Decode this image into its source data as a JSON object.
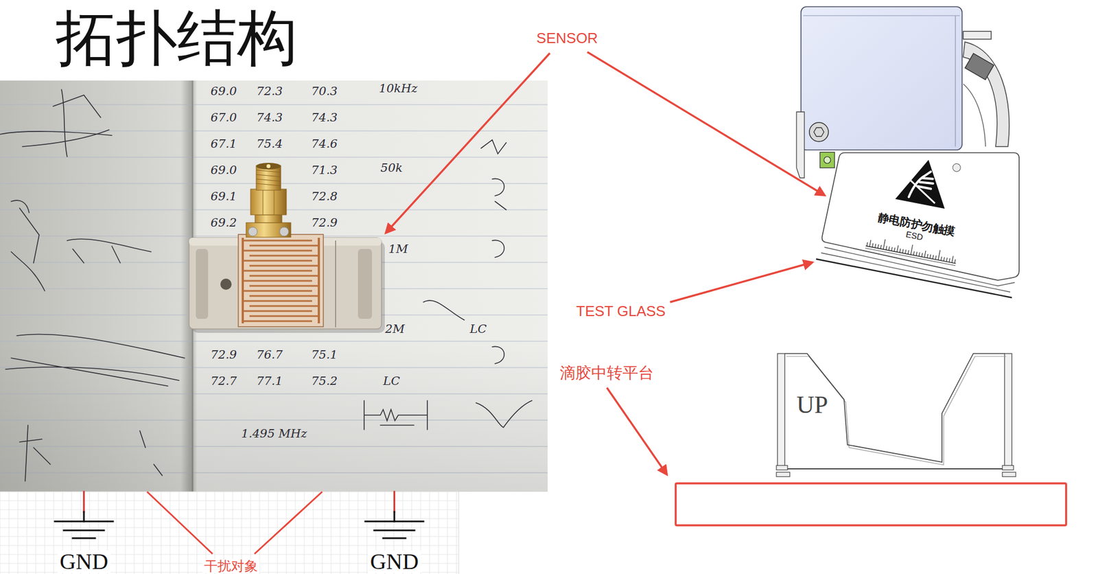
{
  "diagram": {
    "title": "拓扑结构",
    "nodes": [
      {
        "text": [
          "静电防护勿触摸",
          "ESD"
        ]
      },
      {
        "text": [
          "UP"
        ]
      }
    ],
    "labels": [
      "SENSOR",
      "69.0",
      "72.3",
      "70.3",
      "10kHz",
      "67.0",
      "74.3",
      "74.3",
      "67.1",
      "75.4",
      "74.6",
      "69.0",
      "71.3",
      "50k",
      "69.1",
      "72.8",
      "69.2",
      "72.9",
      "1M",
      "2M",
      "LC",
      "72.9",
      "76.7",
      "75.1",
      "72.7",
      "77.1",
      "75.2",
      "LC",
      "1.495 MHz",
      "TEST GLASS",
      "滴胶中转平台",
      "GND",
      "干扰对象",
      "GND"
    ]
  }
}
